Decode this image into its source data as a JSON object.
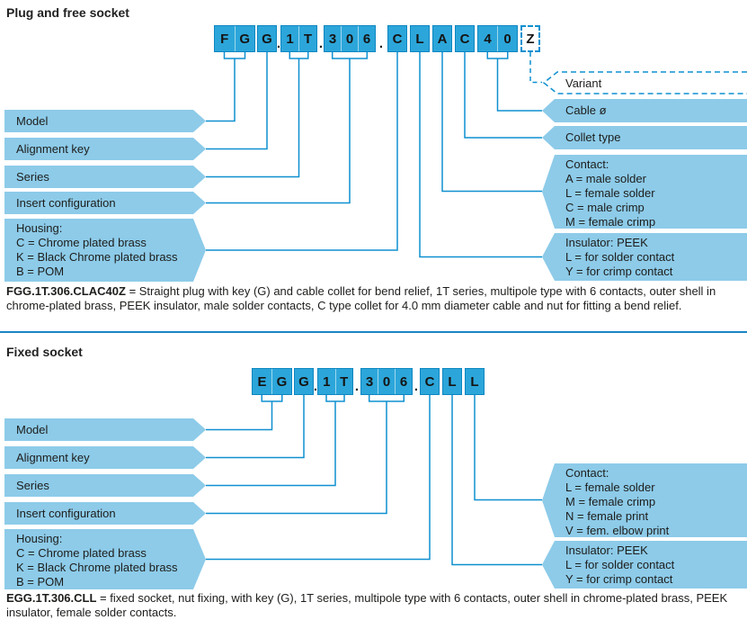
{
  "colors": {
    "cell_fill": "#2ca6da",
    "cell_border": "#0e86c1",
    "banner_fill": "#8dcbe9",
    "line_blue": "#0f90d0",
    "divider_blue": "#1a86c5"
  },
  "plug": {
    "heading": "Plug and free socket",
    "dot": ".",
    "code_cells": [
      "F",
      "G",
      "G",
      "1",
      "T",
      "3",
      "0",
      "6",
      "C",
      "L",
      "A",
      "C",
      "4",
      "0",
      "Z"
    ],
    "left_labels": {
      "model": "Model",
      "alignment_key": "Alignment key",
      "series": "Series",
      "insert_configuration": "Insert configuration",
      "housing": [
        "Housing:",
        "C = Chrome plated brass",
        "K = Black Chrome plated brass",
        "B = POM"
      ]
    },
    "right_labels": {
      "variant": "Variant",
      "cable_diameter": "Cable ø",
      "collet_type": "Collet type",
      "contact": [
        "Contact:",
        "A = male solder",
        "L = female solder",
        "C = male crimp",
        "M = female crimp"
      ],
      "insulator": [
        "Insulator: PEEK",
        "L = for solder contact",
        "Y = for crimp contact"
      ]
    },
    "caption_code": "FGG.1T.306.CLAC40Z",
    "caption_text": "= Straight plug with key (G) and cable collet for bend relief, 1T series, multipole type with 6 contacts, outer shell in chrome-plated brass, PEEK insulator, male solder contacts, C type collet for 4.0 mm diameter cable and nut for fitting a bend relief."
  },
  "fixed": {
    "heading": "Fixed socket",
    "dot": ".",
    "code_cells": [
      "E",
      "G",
      "G",
      "1",
      "T",
      "3",
      "0",
      "6",
      "C",
      "L",
      "L"
    ],
    "left_labels": {
      "model": "Model",
      "alignment_key": "Alignment key",
      "series": "Series",
      "insert_configuration": "Insert configuration",
      "housing": [
        "Housing:",
        "C = Chrome plated brass",
        "K = Black Chrome plated brass",
        "B = POM"
      ]
    },
    "right_labels": {
      "contact": [
        "Contact:",
        "L = female solder",
        "M = female crimp",
        "N = female print",
        "V = fem. elbow print"
      ],
      "insulator": [
        "Insulator: PEEK",
        "L = for solder contact",
        "Y = for crimp contact"
      ]
    },
    "caption_code": "EGG.1T.306.CLL",
    "caption_text": "= fixed socket, nut fixing, with key (G), 1T series, multipole type with 6 contacts, outer shell in chrome-plated brass, PEEK insulator, female solder contacts."
  }
}
